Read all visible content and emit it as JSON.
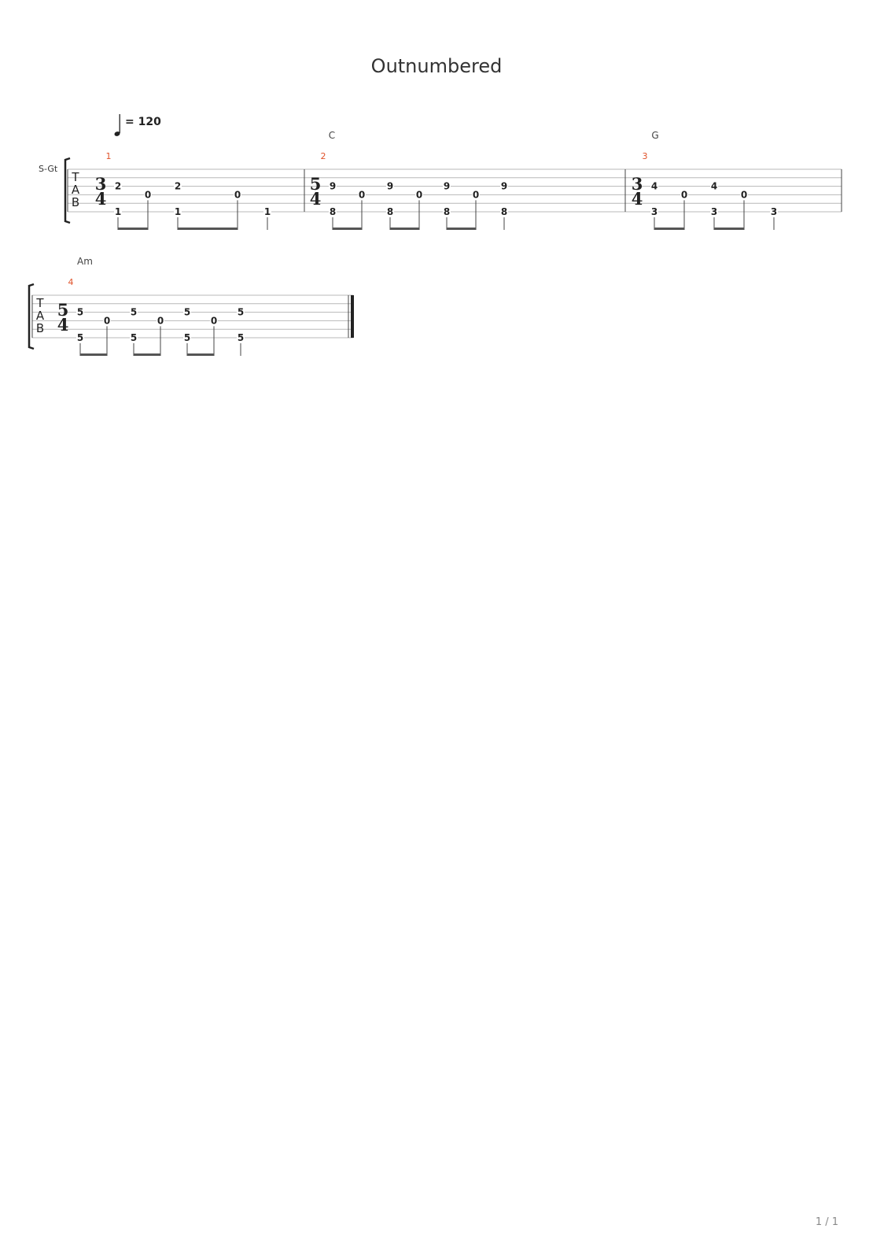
{
  "title": "Outnumbered",
  "page_number": "1 / 1",
  "tempo": {
    "bpm": "120",
    "prefix": "= "
  },
  "track_name": "S-Gt",
  "tab_letters": [
    "T",
    "A",
    "B"
  ],
  "measures": [
    {
      "number": "1",
      "chord": "",
      "time_sig": [
        "3",
        "4"
      ],
      "top": [
        "2",
        "",
        "2",
        "",
        "",
        ""
      ],
      "mid": [
        "",
        "0",
        "",
        "0",
        "",
        ""
      ],
      "low": [
        "1",
        "",
        "1",
        "",
        "1",
        ""
      ]
    },
    {
      "number": "2",
      "chord": "C",
      "time_sig": [
        "5",
        "4"
      ],
      "top": [
        "9",
        "",
        "9",
        "",
        "9",
        "",
        "9",
        "",
        "",
        ""
      ],
      "mid": [
        "",
        "0",
        "",
        "0",
        "",
        "0",
        "",
        "",
        "",
        ""
      ],
      "low": [
        "8",
        "",
        "8",
        "",
        "8",
        "",
        "8",
        "",
        "",
        ""
      ]
    },
    {
      "number": "3",
      "chord": "G",
      "time_sig": [
        "3",
        "4"
      ],
      "top": [
        "4",
        "",
        "4",
        "",
        "",
        ""
      ],
      "mid": [
        "",
        "0",
        "",
        "0",
        "",
        ""
      ],
      "low": [
        "3",
        "",
        "3",
        "",
        "3",
        ""
      ]
    },
    {
      "number": "4",
      "chord": "Am",
      "time_sig": [
        "5",
        "4"
      ],
      "top": [
        "5",
        "",
        "5",
        "",
        "5",
        "",
        "5",
        "",
        "",
        ""
      ],
      "mid": [
        "",
        "0",
        "",
        "0",
        "",
        "0",
        "",
        "",
        "",
        ""
      ],
      "low": [
        "5",
        "",
        "5",
        "",
        "5",
        "",
        "5",
        "",
        "",
        ""
      ]
    }
  ]
}
